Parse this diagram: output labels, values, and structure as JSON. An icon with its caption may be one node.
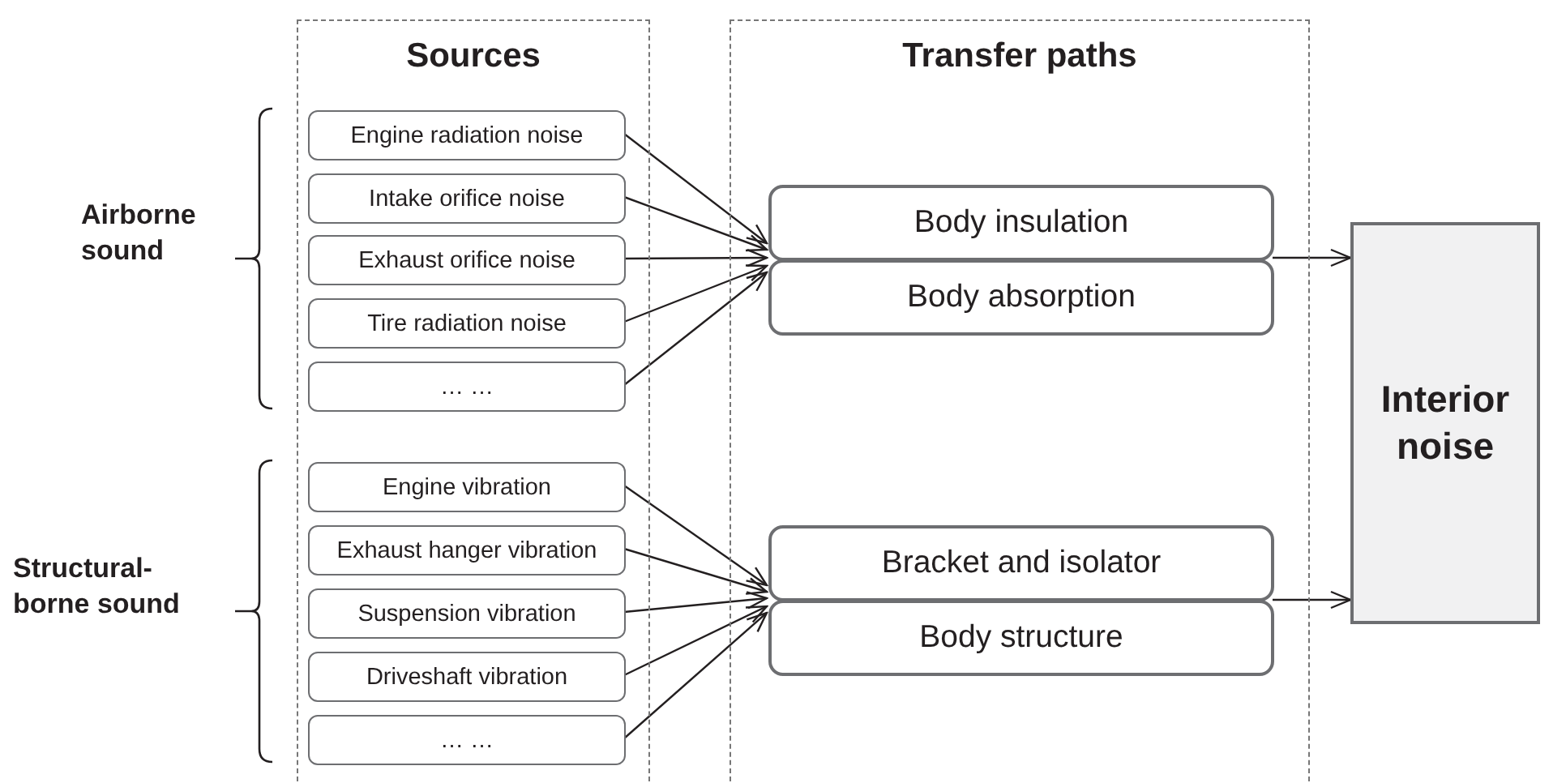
{
  "diagram": {
    "nodes": [
      {
        "text": [
          "Sources"
        ]
      },
      {
        "text": [
          "Engine radiation noise"
        ],
        "in": 0
      },
      {
        "text": [
          "Intake orifice noise"
        ],
        "in": 0
      },
      {
        "text": [
          "Exhaust orifice noise"
        ],
        "in": 0
      },
      {
        "text": [
          "Tire radiation noise"
        ],
        "in": 0
      },
      {
        "text": [
          "… …"
        ],
        "in": 0
      },
      {
        "text": [
          "Engine vibration"
        ],
        "in": 0
      },
      {
        "text": [
          "Exhaust hanger vibration"
        ],
        "in": 0
      },
      {
        "text": [
          "Suspension vibration"
        ],
        "in": 0
      },
      {
        "text": [
          "Driveshaft vibration"
        ],
        "in": 0
      },
      {
        "text": [
          "… …"
        ],
        "in": 0
      },
      {
        "text": [
          "Transfer paths"
        ]
      },
      {
        "text": [
          "Body insulation"
        ],
        "in": 11
      },
      {
        "text": [
          "Body absorption"
        ],
        "in": 11
      },
      {
        "text": [
          "Bracket and isolator"
        ],
        "in": 11
      },
      {
        "text": [
          "Body structure"
        ],
        "in": 11
      },
      {
        "text": [
          "Interior noise"
        ]
      }
    ],
    "edges": [
      {
        "from": 1,
        "to": 12,
        "arrow": "to"
      },
      {
        "from": 2,
        "to": 12,
        "arrow": "to"
      },
      {
        "from": 3,
        "to": 12,
        "arrow": "to"
      },
      {
        "from": 4,
        "to": 13,
        "arrow": "to"
      },
      {
        "from": 5,
        "to": 13,
        "arrow": "to"
      },
      {
        "from": 12,
        "to": 16,
        "arrow": "to"
      },
      {
        "from": 6,
        "to": 14,
        "arrow": "to"
      },
      {
        "from": 7,
        "to": 14,
        "arrow": "to"
      },
      {
        "from": 8,
        "to": 14,
        "arrow": "to"
      },
      {
        "from": 9,
        "to": 15,
        "arrow": "to"
      },
      {
        "from": 10,
        "to": 15,
        "arrow": "to"
      },
      {
        "from": 14,
        "to": 16,
        "arrow": "to"
      }
    ],
    "labels": [
      "Airborne sound",
      "Structural-borne sound"
    ]
  }
}
